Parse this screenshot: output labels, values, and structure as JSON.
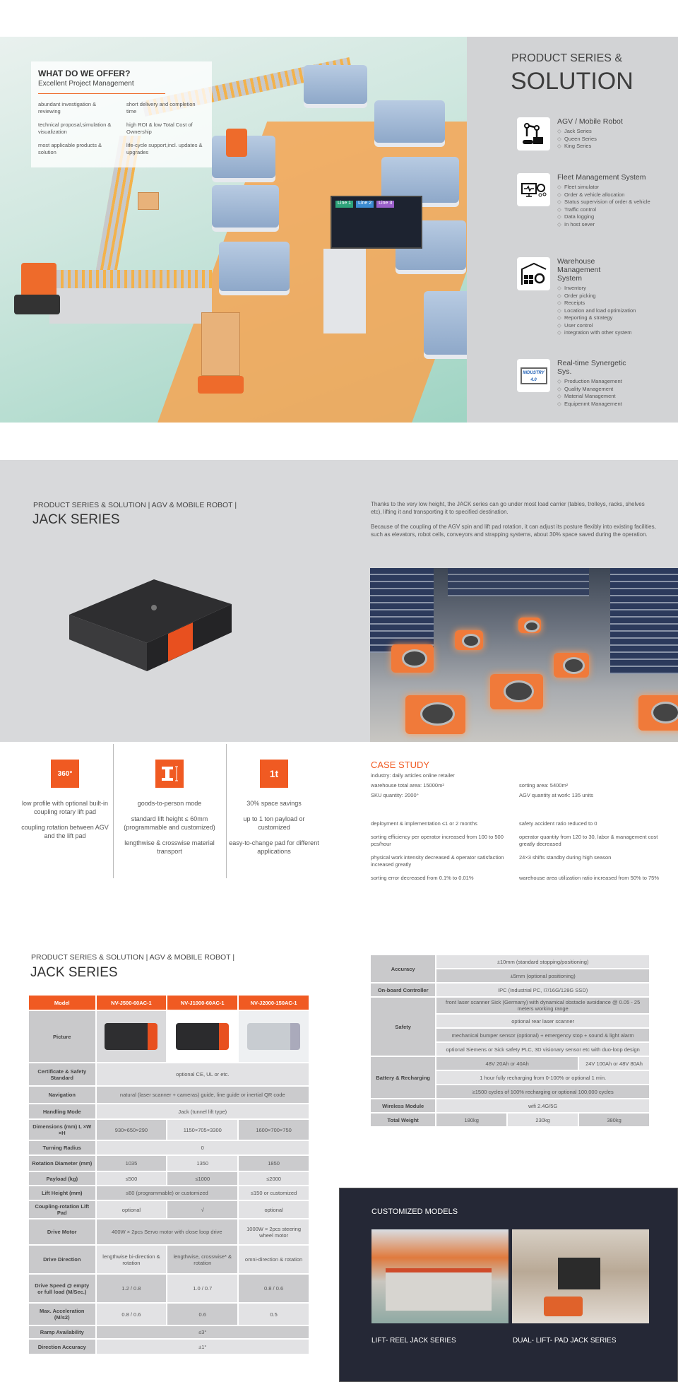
{
  "offer": {
    "title": "WHAT DO WE OFFER?",
    "subtitle": "Excellent Project Management",
    "items": [
      "abundant investigation & reviewing",
      "short delivery and completion time",
      "technical proposal,simulation & visualization",
      "high ROI & low Total Cost of Ownership",
      "most applicable products & solution",
      "life-cycle support,incl. updates & upgrades"
    ],
    "screen_labels": [
      "Line 1",
      "Line 2",
      "Line 3"
    ]
  },
  "solution": {
    "title_line1": "PRODUCT SERIES &",
    "title_line2": "SOLUTION",
    "services": [
      {
        "title": "AGV / Mobile Robot",
        "icon": "robot-arm-icon",
        "items": [
          "Jack Series",
          "Queen Series",
          "King Series"
        ]
      },
      {
        "title": "Fleet Management System",
        "icon": "monitor-gear-icon",
        "items": [
          "Fleet simulator",
          "Order & vehicle allocation",
          "Status supervision of order & vehicle",
          "Traffic control",
          "Data logging",
          "In host sever"
        ]
      },
      {
        "title": "Warehouse Management System",
        "icon": "warehouse-gear-icon",
        "items": [
          "Inventory",
          "Order picking",
          "Receipts",
          "Location and load optimization",
          "Reporting & strategy",
          "User control",
          "integration with other system"
        ]
      },
      {
        "title": "Real-time Synergetic Sys.",
        "icon": "industry-4-icon",
        "icon_text": "INDUSTRY 4.0",
        "items": [
          "Production Management",
          "Quality Management",
          "Material Management",
          "Equipenmt Management"
        ]
      }
    ]
  },
  "jack": {
    "breadcrumb": "PRODUCT SERIES & SOLUTION  | AGV & MOBILE ROBOT |",
    "title": "JACK SERIES",
    "intro": [
      "Thanks to the very low height, the JACK series can go under most load carrier (tables, trolleys, racks, shelves etc), lifting it and transporting it to specified destination.",
      "Because of the coupling of the AGV spin and lift pad rotation, it can adjust its posture flexibly into existing facilities, such as elevators, robot cells, conveyors and strapping systems, about 30% space saved during the operation."
    ],
    "features": [
      {
        "icon": "rotate-360-icon",
        "icon_text": "360°",
        "lines": [
          "low profile with optional built-in coupling rotary lift pad",
          "coupling rotation between AGV and the lift pad"
        ]
      },
      {
        "icon": "lift-height-icon",
        "lines": [
          "goods-to-person mode",
          "standard lift height ≤ 60mm (programmable and customized)",
          "lengthwise & crosswise material transport"
        ]
      },
      {
        "icon": "one-ton-icon",
        "icon_text": "1t",
        "lines": [
          "30% space savings",
          "up to 1 ton payload or customized",
          "easy-to-change pad for different applications"
        ]
      }
    ],
    "case_study": {
      "title": "CASE STUDY",
      "industry": "industry: daily articles online retailer",
      "facts": [
        "warehouse total area: 15000m²",
        "sorting area: 5400m²",
        "SKU quantity: 2000⁺",
        "AGV quantity at work: 135 units"
      ],
      "results": [
        "deployment & implementation ≤1 or 2 months",
        "safety accident ratio reduced to 0",
        "sorting efficiency per operator increased from 100 to 500 pcs/hour",
        "operator quantity from 120 to 30, labor & management cost greatly decreased",
        "physical work intensity decreased & operator satisfaction increased greatly",
        "24×3 shifts standby during high season",
        "sorting error decreased from 0.1% to 0.01%",
        "warehouse area utilization ratio increased from 50% to 75%"
      ]
    }
  },
  "specs": {
    "breadcrumb": "PRODUCT SERIES & SOLUTION | AGV & MOBILE ROBOT |",
    "title": "JACK SERIES",
    "accent": "#f05a22",
    "header": [
      "Model",
      "NV-J500-60AC-1",
      "NV-J1000-60AC-1",
      "NV-J2000-150AC-1"
    ],
    "picture_label": "Picture",
    "rows": [
      {
        "label": "Certificate & Safety Standard",
        "cells": [
          {
            "t": "optional CE, UL or etc.",
            "s": 3
          }
        ]
      },
      {
        "label": "Navigation",
        "cells": [
          {
            "t": "natural (laser scanner + cameras) guide, line guide or inertial QR code",
            "s": 3
          }
        ]
      },
      {
        "label": "Handling Mode",
        "cells": [
          {
            "t": "Jack (tunnel lift type)",
            "s": 3
          }
        ]
      },
      {
        "label": "Dimensions (mm) L ×W ×H",
        "cells": [
          {
            "t": "930×650×290"
          },
          {
            "t": "1150×705×3300"
          },
          {
            "t": "1600×700×750"
          }
        ]
      },
      {
        "label": "Turning Radius",
        "cells": [
          {
            "t": "0",
            "s": 3
          }
        ]
      },
      {
        "label": "Rotation Diameter (mm)",
        "cells": [
          {
            "t": "1035"
          },
          {
            "t": "1350"
          },
          {
            "t": "1850"
          }
        ]
      },
      {
        "label": "Payload (kg)",
        "cells": [
          {
            "t": "≤500"
          },
          {
            "t": "≤1000"
          },
          {
            "t": "≤2000"
          }
        ]
      },
      {
        "label": "Lift Height (mm)",
        "cells": [
          {
            "t": "≤60 (programmable) or customized",
            "s": 2
          },
          {
            "t": "≤150 or customized"
          }
        ]
      },
      {
        "label": "Coupling-rotation Lift Pad",
        "cells": [
          {
            "t": "optional"
          },
          {
            "t": "√"
          },
          {
            "t": "optional"
          }
        ]
      },
      {
        "label": "Drive Motor",
        "cells": [
          {
            "t": "400W × 2pcs Servo motor with close loop drive",
            "s": 2
          },
          {
            "t": "1000W × 2pcs steering wheel motor"
          }
        ]
      },
      {
        "label": "Drive Direction",
        "cells": [
          {
            "t": "lengthwise bi-direction & rotation"
          },
          {
            "t": "lengthwise, crosswise* & rotation"
          },
          {
            "t": "omni-direction & rotation"
          }
        ]
      },
      {
        "label": "Drive Speed @ empty or full load (M/Sec.)",
        "cells": [
          {
            "t": "1.2 / 0.8"
          },
          {
            "t": "1.0 / 0.7"
          },
          {
            "t": "0.8 / 0.6"
          }
        ]
      },
      {
        "label": "Max. Acceleration (M/s2)",
        "cells": [
          {
            "t": "0.8 / 0.6"
          },
          {
            "t": "0.6"
          },
          {
            "t": "0.5"
          }
        ]
      },
      {
        "label": "Ramp Availability",
        "cells": [
          {
            "t": "≤3°",
            "s": 3
          }
        ]
      },
      {
        "label": "Direction Accuracy",
        "cells": [
          {
            "t": "±1°",
            "s": 3
          }
        ]
      }
    ],
    "groups": [
      {
        "label": "Accuracy",
        "rows": [
          [
            {
              "t": "±10mm (standard stopping/positioning)",
              "s": 3
            }
          ],
          [
            {
              "t": "±5mm (optional positioning)",
              "s": 3
            }
          ]
        ]
      },
      {
        "label": "On-board Controller",
        "rows": [
          [
            {
              "t": "IPC (Industrial PC, I7/16G/128G SSD)",
              "s": 3
            }
          ]
        ]
      },
      {
        "label": "Safety",
        "rows": [
          [
            {
              "t": "front laser scanner Sick (Germany) with dynamical obstacle avoidance @ 0.05 - 25 meters working range",
              "s": 3
            }
          ],
          [
            {
              "t": "optional rear laser scanner",
              "s": 3
            }
          ],
          [
            {
              "t": "mechanical bumper sensor (optional) + emergency stop + sound & light alarm",
              "s": 3
            }
          ],
          [
            {
              "t": "optional Siemens or Sick safety PLC, 3D visionary sensor etc with duo-loop design",
              "s": 3
            }
          ]
        ]
      },
      {
        "label": "Battery & Recharging",
        "rows": [
          [
            {
              "t": "48V 20Ah or 40Ah",
              "s": 2
            },
            {
              "t": "24V 100Ah or 48V 80Ah"
            }
          ],
          [
            {
              "t": "1 hour fully recharging from 0-100% or optional 1 min.",
              "s": 3
            }
          ],
          [
            {
              "t": "≥1500 cycles of 100% recharging or optional 100,000 cycles",
              "s": 3
            }
          ]
        ]
      },
      {
        "label": "Wireless Module",
        "rows": [
          [
            {
              "t": "wifi 2.4G/5G",
              "s": 3
            }
          ]
        ]
      },
      {
        "label": "Total Weight",
        "rows": [
          [
            {
              "t": "180kg"
            },
            {
              "t": "230kg"
            },
            {
              "t": "380kg"
            }
          ]
        ]
      }
    ]
  },
  "custom": {
    "title": "CUSTOMIZED MODELS",
    "models": [
      "LIFT- REEL JACK SERIES",
      "DUAL- LIFT- PAD JACK SERIES"
    ]
  }
}
